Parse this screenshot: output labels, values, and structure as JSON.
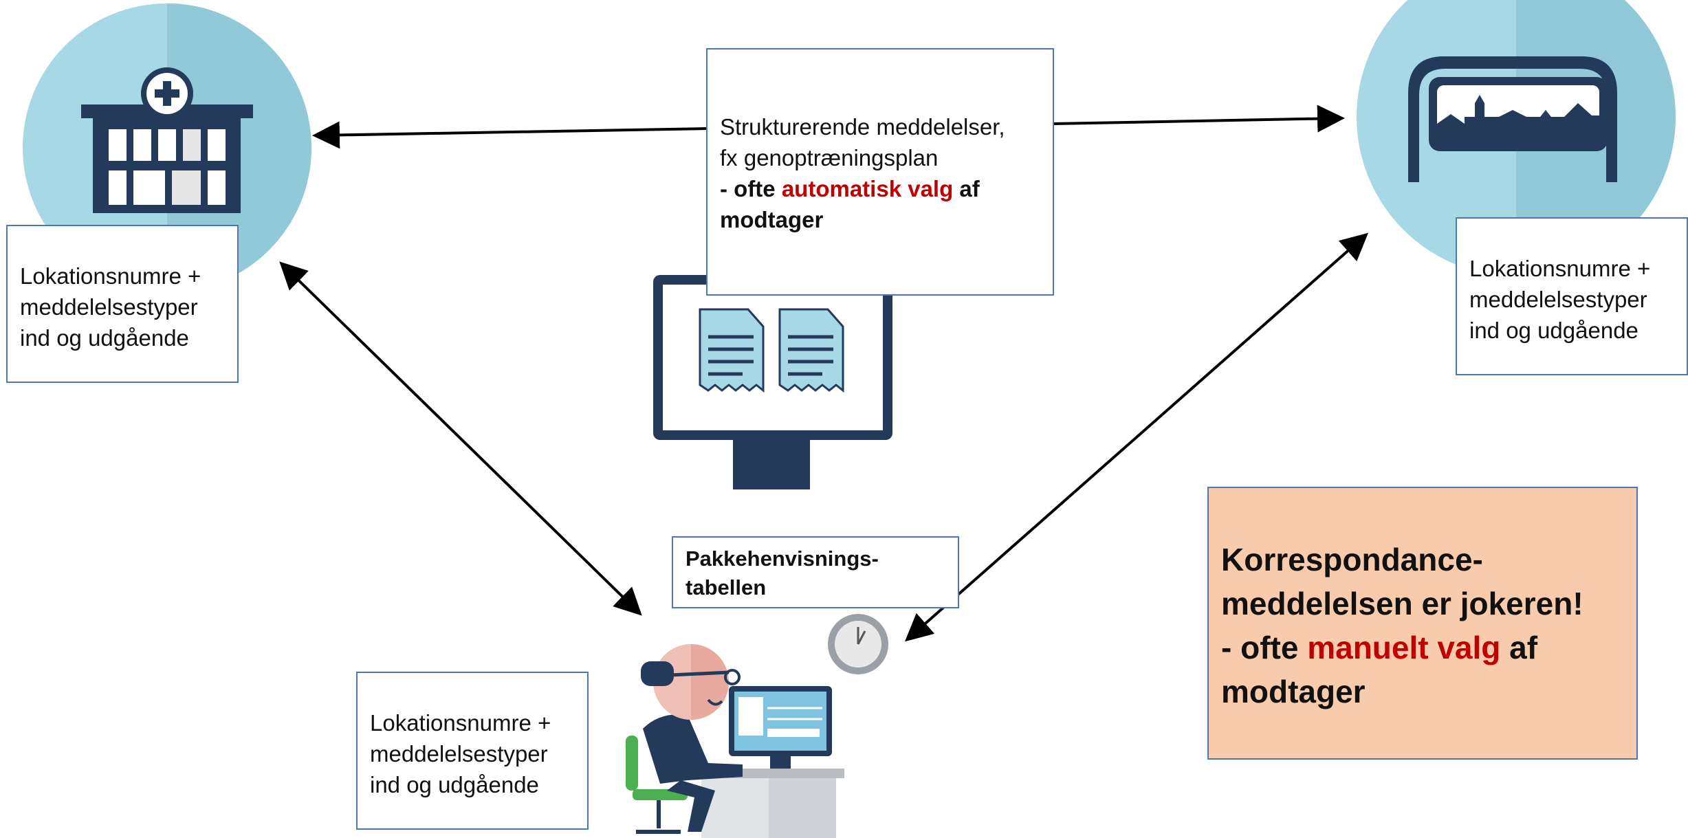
{
  "center_box": {
    "line1": "Strukturerende meddelelser,",
    "line2": "fx genoptræningsplan",
    "line3_prefix": "- ofte ",
    "line3_highlight": "automatisk valg",
    "line3_suffix": " af",
    "line4": "modtager"
  },
  "left_box": {
    "line1": "Lokationsnumre +",
    "line2": "meddelelsestyper",
    "line3": "ind og udgående"
  },
  "right_box": {
    "line1": "Lokationsnumre +",
    "line2": "meddelelsestyper",
    "line3": "ind og udgående"
  },
  "bottom_box": {
    "line1": "Lokationsnumre +",
    "line2": "meddelelsestyper",
    "line3": "ind og udgående"
  },
  "table_box": {
    "line1": "Pakkehenvisnings-",
    "line2": "tabellen"
  },
  "callout": {
    "line1": "Korrespondance-",
    "line2": "meddelelsen er jokeren!",
    "line3_prefix": "- ofte ",
    "line3_highlight": "manuelt valg",
    "line3_suffix": " af",
    "line4": "modtager"
  },
  "colors": {
    "circle": "#a6d8e6",
    "circle_shade": "#92c9d9",
    "navy": "#243a5a",
    "accent_red": "#c00000",
    "callout_bg": "#f8cbad",
    "box_border": "#4a78b8"
  },
  "icons": [
    "hospital-icon",
    "town-sign-icon",
    "monitor-documents-icon",
    "clock-icon",
    "person-at-computer-icon"
  ]
}
